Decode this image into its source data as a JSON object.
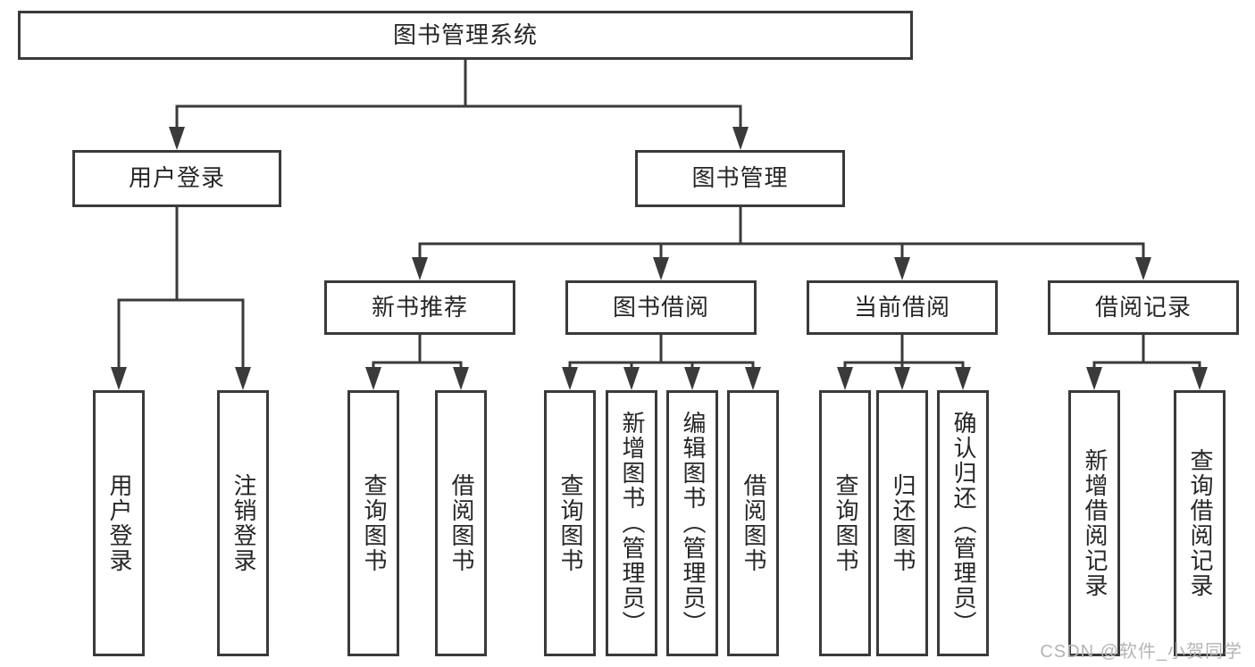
{
  "palette": {
    "line_and_border": "#3a3a3a",
    "text": "#262626",
    "box_background": "#ffffff",
    "watermark_color": "#b5b5b5"
  },
  "watermark": "CSDN @软件_小贺同学",
  "tree": {
    "root": "图书管理系统",
    "branches": [
      {
        "label": "用户登录",
        "children": [
          "用户登录",
          "注销登录"
        ]
      },
      {
        "label": "图书管理",
        "sections": [
          {
            "label": "新书推荐",
            "children": [
              "查询图书",
              "借阅图书"
            ]
          },
          {
            "label": "图书借阅",
            "children": [
              "查询图书",
              "新增图书（管理员）",
              "编辑图书（管理员）",
              "借阅图书"
            ]
          },
          {
            "label": "当前借阅",
            "children": [
              "查询图书",
              "归还图书",
              "确认归还（管理员）"
            ]
          },
          {
            "label": "借阅记录",
            "children": [
              "新增借阅记录",
              "查询借阅记录"
            ]
          }
        ]
      }
    ]
  }
}
